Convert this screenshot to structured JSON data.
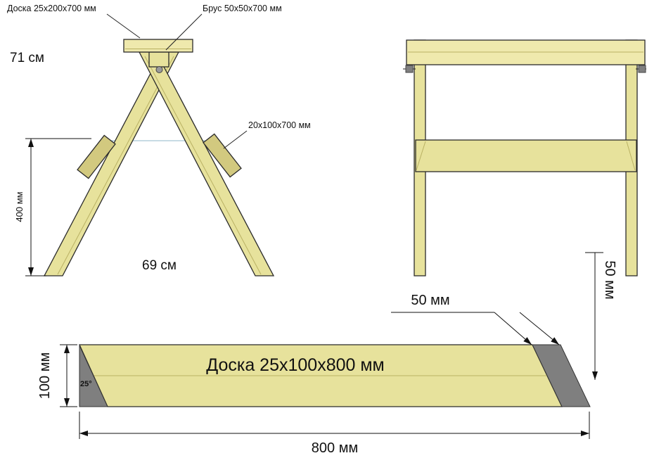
{
  "colors": {
    "wood_light": "#efe9ad",
    "wood": "#e7e29c",
    "wood_brace": "#d2c97f",
    "gray": "#7f7f7f",
    "bolt": "#9a9a9a",
    "angle_red": "#cc2200",
    "hidden_line": "#8fb7c9"
  },
  "front_view": {
    "top_board_label": "Доска 25х200х700 мм",
    "beam_label": "Брус 50х50х700 мм",
    "height_label": "71 см",
    "brace_label": "20х100х700 мм",
    "leg_dim_label": "400 мм",
    "width_label": "69 см"
  },
  "board_detail": {
    "board_label": "Доска 25х100х800 мм",
    "height_label": "100 мм",
    "length_label": "800 мм",
    "cut_width_label": "50 мм",
    "cut_height_label": "50 мм",
    "angle_label": "25°"
  }
}
